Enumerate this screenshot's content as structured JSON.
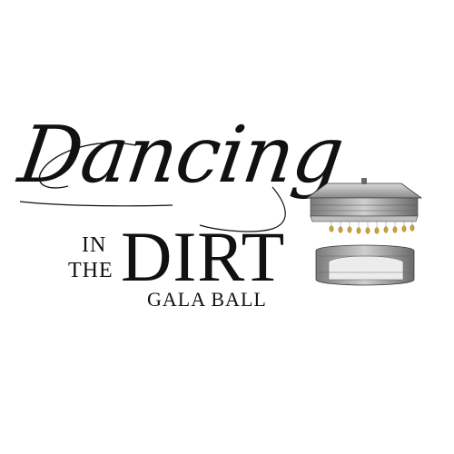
{
  "logo": {
    "script_word": "Dancing",
    "small_word_1": "IN",
    "small_word_2": "THE",
    "big_word": "DIRT",
    "subtitle": "GALA BALL"
  },
  "colors": {
    "ink": "#111111",
    "background": "#ffffff",
    "accent_gold": "#c9a23a",
    "stone_gray": "#9a9a9a"
  },
  "icons": {
    "illustration": "bandstand-icon"
  }
}
